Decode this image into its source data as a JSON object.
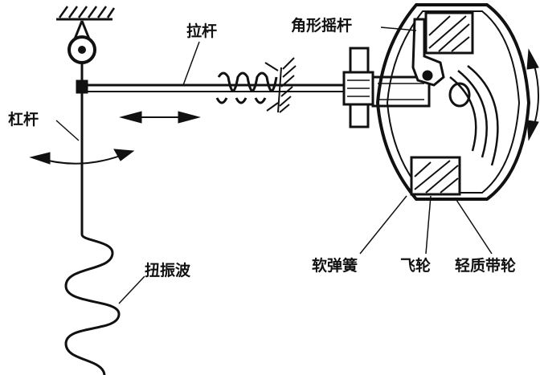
{
  "labels": {
    "pull_rod": "拉杆",
    "angle_rocker": "角形摇杆",
    "lever": "杠杆",
    "torsional_wave": "扭振波",
    "soft_spring": "软弹簧",
    "flywheel": "飞轮",
    "light_pulley": "轻质带轮"
  },
  "colors": {
    "ink": "#111111",
    "paper": "#ffffff"
  }
}
